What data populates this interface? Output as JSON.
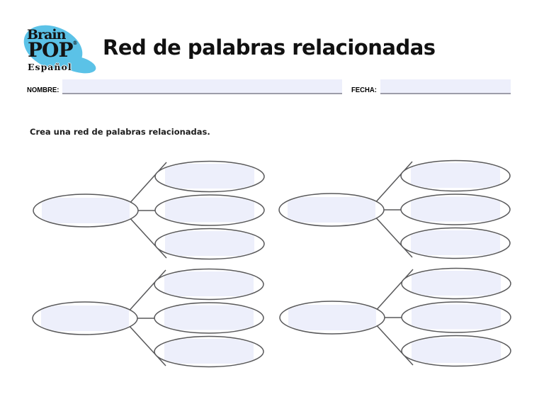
{
  "logo": {
    "brand_top": "Brain",
    "brand_bottom": "POP",
    "registered_mark": "®",
    "language": "Español"
  },
  "header": {
    "title": "Red de palabras relacionadas"
  },
  "form": {
    "name_label": "NOMBRE:",
    "name_value": "",
    "date_label": "FECHA:",
    "date_value": ""
  },
  "instruction": "Crea una red de palabras relacionadas.",
  "colors": {
    "logo_blue": "#5bc2e7",
    "field_fill": "#edeffb",
    "field_underline": "#9d9da9",
    "shape_stroke": "#58585a",
    "page_background": "#ffffff"
  },
  "word_web": {
    "clusters": [
      {
        "position": "top-left",
        "center_value": "",
        "branch_values": [
          "",
          "",
          ""
        ]
      },
      {
        "position": "top-right",
        "center_value": "",
        "branch_values": [
          "",
          "",
          ""
        ]
      },
      {
        "position": "bottom-left",
        "center_value": "",
        "branch_values": [
          "",
          "",
          ""
        ]
      },
      {
        "position": "bottom-right",
        "center_value": "",
        "branch_values": [
          "",
          "",
          ""
        ]
      }
    ]
  }
}
